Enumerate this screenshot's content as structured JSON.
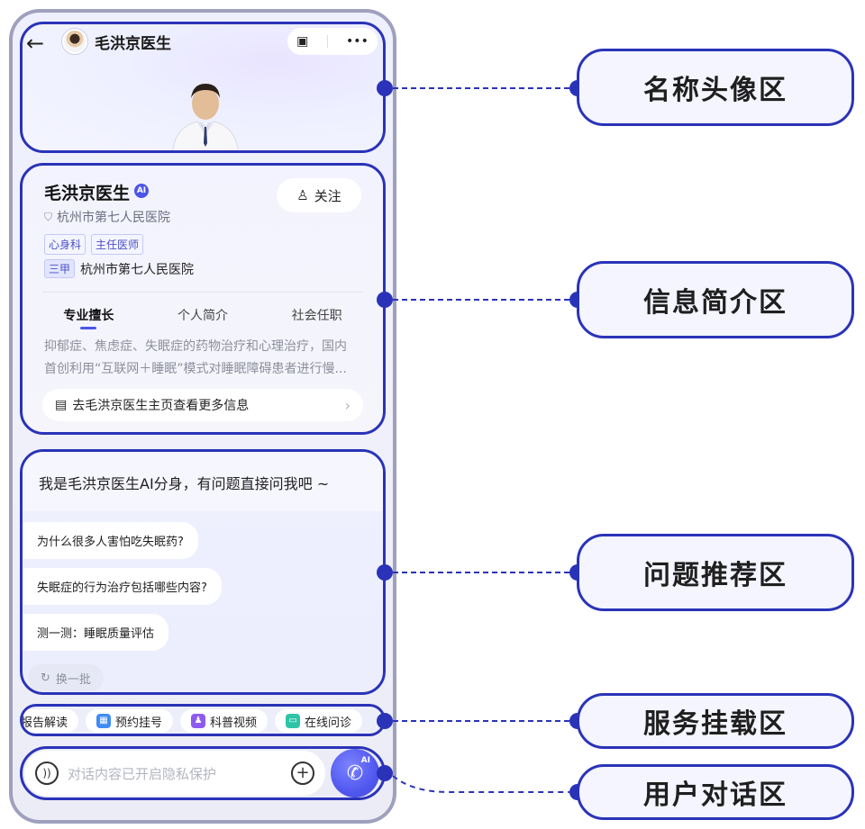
{
  "header": {
    "doctor_name": "毛洪京医生"
  },
  "info": {
    "doctor_name": "毛洪京医生",
    "ai_badge": "AI",
    "follow_label": "关注",
    "hospital": "杭州市第七人民医院",
    "tags": [
      "心身科",
      "主任医师"
    ],
    "grade": "三甲",
    "grade_hospital": "杭州市第七人民医院",
    "tabs": [
      {
        "label": "专业擅长",
        "active": true
      },
      {
        "label": "个人简介",
        "active": false
      },
      {
        "label": "社会任职",
        "active": false
      }
    ],
    "specialty_line1": "抑郁症、焦虑症、失眠症的药物治疗和心理治疗，国内",
    "specialty_line2": "首创利用“互联网＋睡眠”模式对睡眠障碍患者进行慢...",
    "more_link": "去毛洪京医生主页查看更多信息"
  },
  "questions": {
    "greeting": "我是毛洪京医生AI分身，有问题直接问我吧 ~",
    "items": [
      "为什么很多人害怕吃失眠药?",
      "失眠症的行为治疗包括哪些内容?",
      "测一测：睡眠质量评估"
    ],
    "refresh": "换一批"
  },
  "services": [
    {
      "label": "报告解读",
      "icon": "report-icon",
      "color": ""
    },
    {
      "label": "预约挂号",
      "icon": "calendar-icon",
      "color": "#3f8cf5"
    },
    {
      "label": "科普视频",
      "icon": "video-icon",
      "color": "#8e5bf0"
    },
    {
      "label": "在线问诊",
      "icon": "chat-icon",
      "color": "#2ec4a5"
    }
  ],
  "input": {
    "placeholder": "对话内容已开启隐私保护",
    "call_badge": "AI"
  },
  "annotations": {
    "header": "名称头像区",
    "info": "信息简介区",
    "questions": "问题推荐区",
    "services": "服务挂载区",
    "input": "用户对话区"
  },
  "colors": {
    "accent": "#2a33b8",
    "brand": "#4c55e8"
  }
}
